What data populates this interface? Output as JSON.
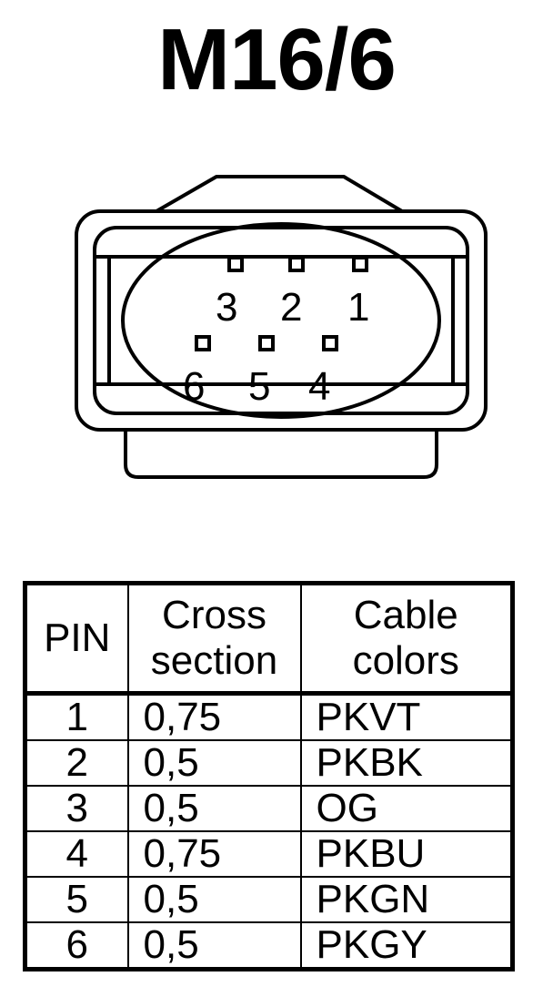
{
  "title": "M16/6",
  "connector": {
    "pins": [
      {
        "label": "3"
      },
      {
        "label": "2"
      },
      {
        "label": "1"
      },
      {
        "label": "6"
      },
      {
        "label": "5"
      },
      {
        "label": "4"
      }
    ]
  },
  "table": {
    "headers": {
      "pin": "PIN",
      "cross_line1": "Cross",
      "cross_line2": "section",
      "colors_line1": "Cable",
      "colors_line2": "colors"
    },
    "rows": [
      {
        "pin": "1",
        "cross": "0,75",
        "color": "PKVT"
      },
      {
        "pin": "2",
        "cross": "0,5",
        "color": "PKBK"
      },
      {
        "pin": "3",
        "cross": "0,5",
        "color": "OG"
      },
      {
        "pin": "4",
        "cross": "0,75",
        "color": "PKBU"
      },
      {
        "pin": "5",
        "cross": "0,5",
        "color": "PKGN"
      },
      {
        "pin": "6",
        "cross": "0,5",
        "color": "PKGY"
      }
    ]
  }
}
